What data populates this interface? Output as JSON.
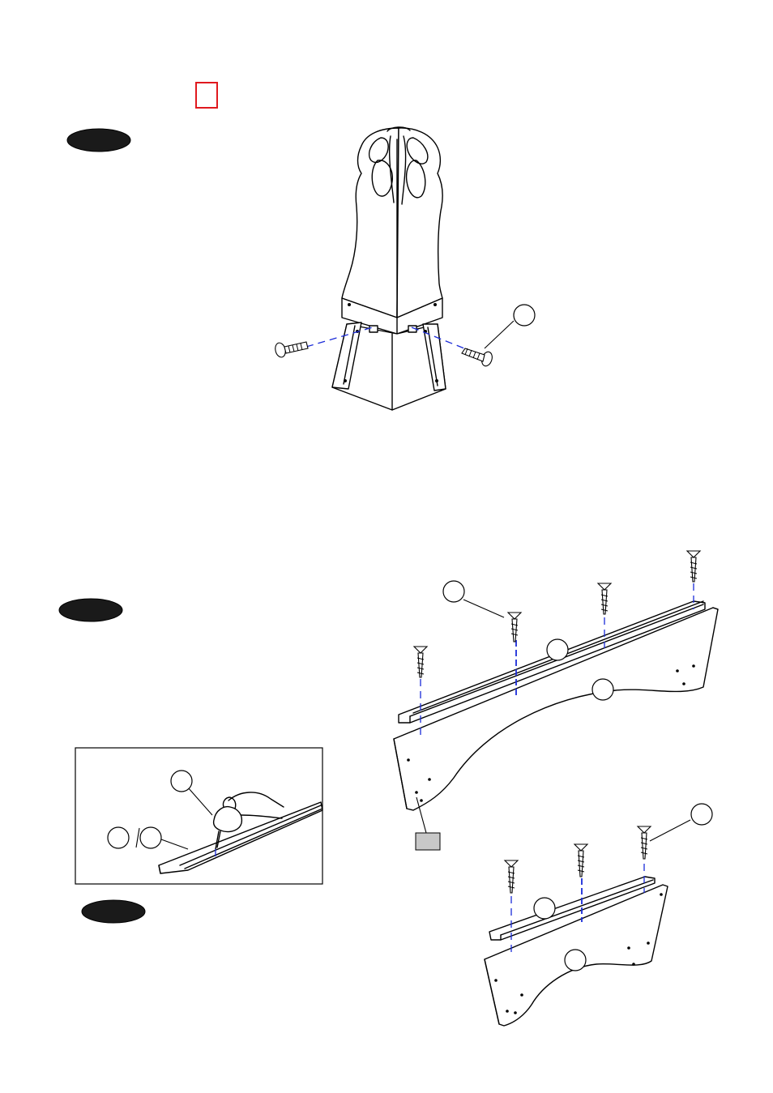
{
  "page": {
    "background": "#ffffff",
    "accent_red": "#e0191e",
    "dash_blue": "#1a2bd8",
    "step_oval_color": "#1a1a1a",
    "tag_fill": "#c8c8c8"
  },
  "steps": [
    {
      "id": "step-a",
      "label": ""
    },
    {
      "id": "step-b",
      "label": ""
    },
    {
      "id": "step-c",
      "label": ""
    }
  ],
  "callouts": {
    "leg_screw": "",
    "rail_screw": "",
    "rail": "",
    "panel": "",
    "glue_bottle": "",
    "inset_part_1": "",
    "inset_part_2": "",
    "lower_rail_screw": "",
    "lower_rail": "",
    "lower_panel": ""
  },
  "icons": [
    "red-square-marker",
    "screw-icon",
    "glue-bottle-icon",
    "part-tag-icon"
  ]
}
